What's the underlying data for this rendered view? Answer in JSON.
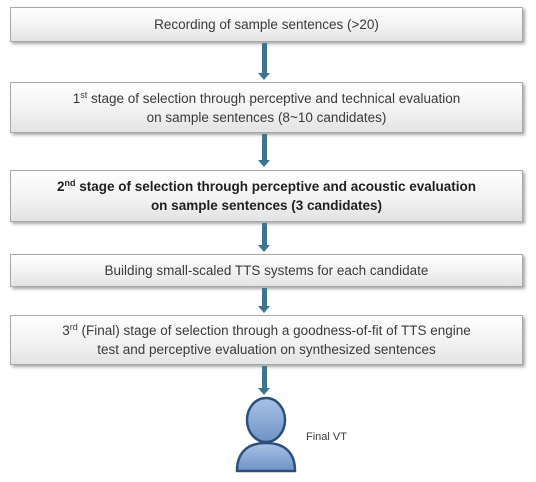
{
  "diagram": {
    "steps": [
      {
        "lines": [
          {
            "text": "Recording of sample sentences (>20)"
          }
        ]
      },
      {
        "lines": [
          {
            "num": "1",
            "sup": "st",
            "text": " stage of selection through perceptive and technical evaluation"
          },
          {
            "text": "on sample sentences (8~10 candidates)"
          }
        ]
      },
      {
        "lines": [
          {
            "num": "2",
            "sup": "nd",
            "text": " stage of selection through perceptive and acoustic evaluation"
          },
          {
            "text": "on sample sentences (3 candidates)"
          }
        ]
      },
      {
        "lines": [
          {
            "text": "Building small-scaled TTS systems for each candidate"
          }
        ]
      },
      {
        "lines": [
          {
            "num": "3",
            "sup": "rd",
            "text": " (Final) stage of selection through a goodness-of-fit of TTS engine"
          },
          {
            "text": "test and perceptive evaluation on synthesized sentences"
          }
        ]
      }
    ],
    "final_label": "Final VT",
    "colors": {
      "arrow": "#3d7591",
      "person_fill": "#7b9fcf",
      "person_stroke": "#2c4f7c",
      "box_border": "#a9a9a9"
    },
    "icons": {
      "person": "person-icon"
    }
  }
}
